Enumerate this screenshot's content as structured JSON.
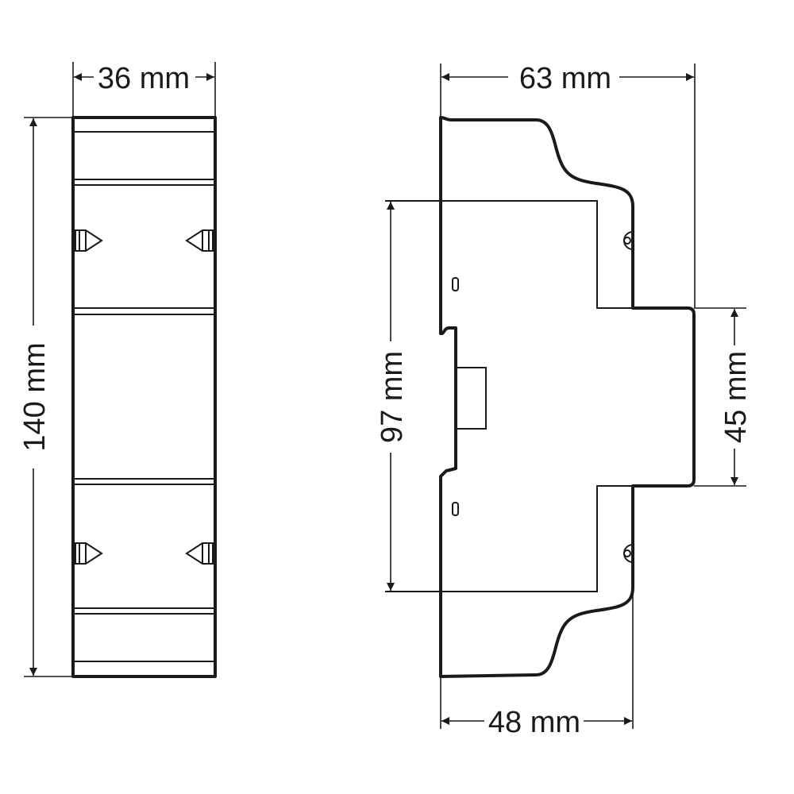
{
  "dimensions": {
    "front_width": "36 mm",
    "front_height": "140 mm",
    "side_depth": "63 mm",
    "side_height": "97 mm",
    "front_section_height": "45 mm",
    "base_depth": "48 mm"
  },
  "colors": {
    "line": "#1a1a1a",
    "background": "#ffffff"
  }
}
